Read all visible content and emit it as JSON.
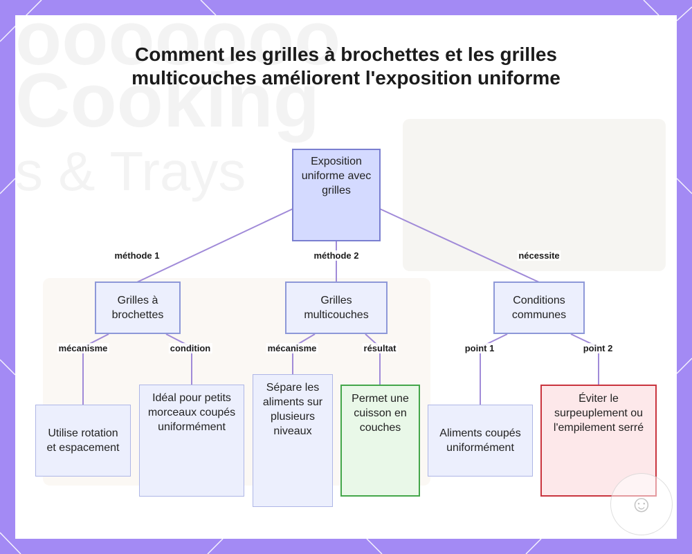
{
  "title": "Comment les grilles à brochettes et les grilles multicouches améliorent l'exposition uniforme",
  "root": {
    "label": "Exposition uniforme avec grilles"
  },
  "branches": [
    {
      "edge_label": "méthode 1",
      "node": "Grilles à brochettes",
      "children": [
        {
          "edge_label": "mécanisme",
          "node": "Utilise rotation et espacement"
        },
        {
          "edge_label": "condition",
          "node": "Idéal pour petits morceaux coupés uniformément"
        }
      ]
    },
    {
      "edge_label": "méthode 2",
      "node": "Grilles multicouches",
      "children": [
        {
          "edge_label": "mécanisme",
          "node": "Sépare les aliments sur plusieurs niveaux"
        },
        {
          "edge_label": "résultat",
          "node": "Permet une cuisson en couches"
        }
      ]
    },
    {
      "edge_label": "nécessite",
      "node": "Conditions communes",
      "children": [
        {
          "edge_label": "point 1",
          "node": "Aliments coupés uniformément"
        },
        {
          "edge_label": "point 2",
          "node": "Éviter le surpeuplement ou l'empilement serré"
        }
      ]
    }
  ],
  "colors": {
    "background_frame": "#a38af4",
    "edge": "#a08ad8",
    "root_fill": "#d4daff",
    "node_fill": "#eceffd",
    "result_fill": "#e9f8e8",
    "result_border": "#43a64a",
    "warning_fill": "#fde8ea",
    "warning_border": "#c9343e"
  },
  "icons": {
    "badge": "chef-hat-icon"
  }
}
